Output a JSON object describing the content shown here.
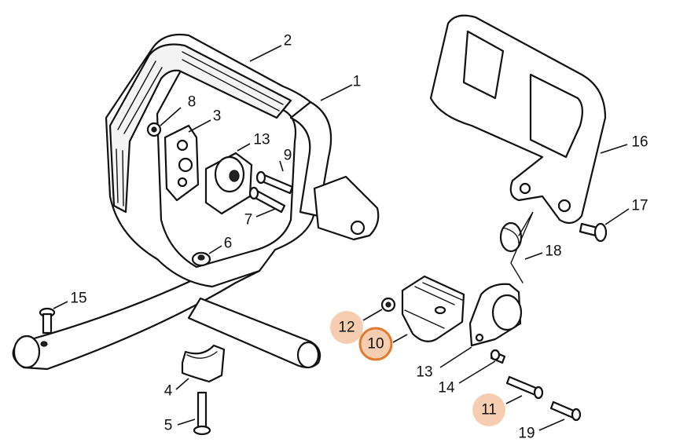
{
  "callouts": [
    {
      "id": "c1",
      "number": "1"
    },
    {
      "id": "c2",
      "number": "2"
    },
    {
      "id": "c3",
      "number": "3"
    },
    {
      "id": "c4",
      "number": "4"
    },
    {
      "id": "c5",
      "number": "5"
    },
    {
      "id": "c6",
      "number": "6"
    },
    {
      "id": "c7",
      "number": "7"
    },
    {
      "id": "c8",
      "number": "8"
    },
    {
      "id": "c9",
      "number": "9"
    },
    {
      "id": "c10",
      "number": "10",
      "highlight": "ring"
    },
    {
      "id": "c11",
      "number": "11",
      "highlight": "soft"
    },
    {
      "id": "c12",
      "number": "12",
      "highlight": "soft"
    },
    {
      "id": "c13a",
      "number": "13"
    },
    {
      "id": "c13b",
      "number": "13"
    },
    {
      "id": "c14",
      "number": "14"
    },
    {
      "id": "c15",
      "number": "15"
    },
    {
      "id": "c16",
      "number": "16"
    },
    {
      "id": "c17",
      "number": "17"
    },
    {
      "id": "c18",
      "number": "18"
    },
    {
      "id": "c19",
      "number": "19"
    }
  ],
  "colors": {
    "highlight_fill": "#f6cdb0",
    "highlight_ring": "#e07a2e",
    "line": "#111111"
  }
}
